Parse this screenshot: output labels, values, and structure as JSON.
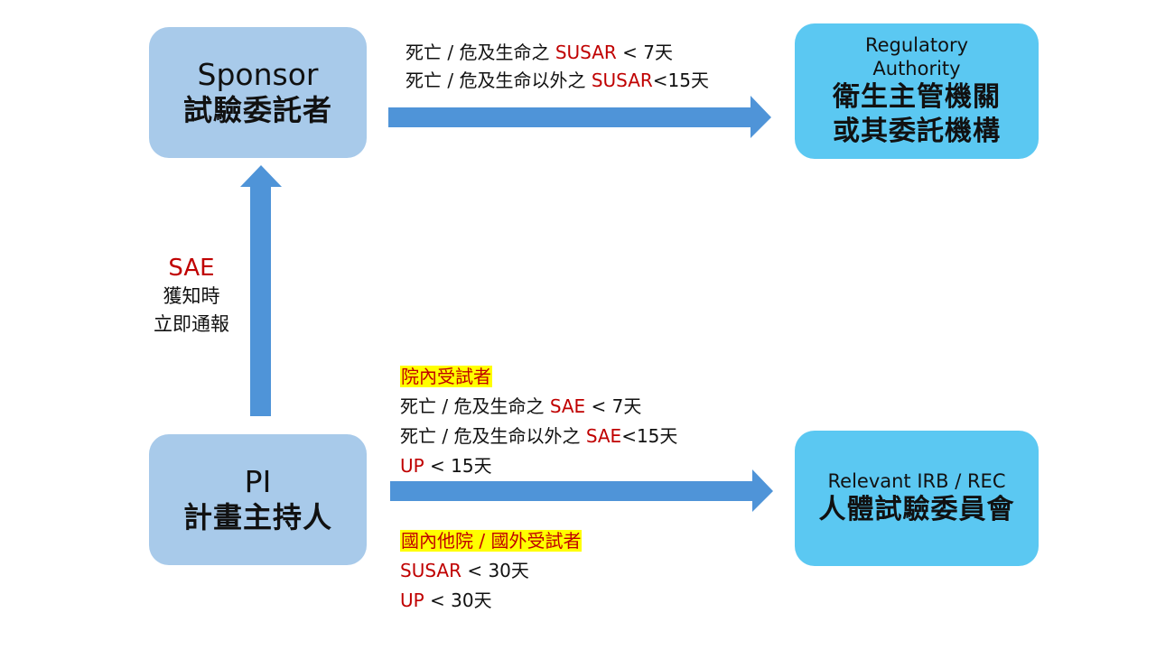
{
  "colors": {
    "party_box": "#a8caea",
    "authority_box": "#5bc8f2",
    "arrow": "#4f94d8",
    "emphasis_text": "#c00000",
    "highlight": "#ffff00"
  },
  "nodes": {
    "sponsor": {
      "en": "Sponsor",
      "zh": "試驗委託者"
    },
    "pi": {
      "en": "PI",
      "zh": "計畫主持人"
    },
    "regulator": {
      "en_line1": "Regulatory",
      "en_line2": "Authority",
      "zh_line1": "衛生主管機關",
      "zh_line2": "或其委託機構"
    },
    "irb": {
      "en": "Relevant IRB / REC",
      "zh": "人體試驗委員會"
    }
  },
  "edges": {
    "sponsor_to_regulator": {
      "lines": [
        {
          "prefix": "死亡 / 危及生命之 ",
          "term": "SUSAR",
          "suffix": " < 7天"
        },
        {
          "prefix": "死亡 / 危及生命以外之 ",
          "term": "SUSAR",
          "suffix": "<15天"
        }
      ]
    },
    "pi_to_sponsor": {
      "term": "SAE",
      "line1": "獲知時",
      "line2": "立即通報"
    },
    "pi_to_irb": {
      "local": {
        "heading": "院內受試者",
        "lines": [
          {
            "prefix": "死亡 / 危及生命之 ",
            "term": "SAE",
            "suffix": " < 7天"
          },
          {
            "prefix": "死亡 / 危及生命以外之 ",
            "term": "SAE",
            "suffix": "<15天"
          },
          {
            "prefix": "",
            "term": "UP",
            "suffix": " < 15天"
          }
        ]
      },
      "other": {
        "heading": "國內他院 / 國外受試者",
        "lines": [
          {
            "prefix": "",
            "term": "SUSAR",
            "suffix": " < 30天"
          },
          {
            "prefix": "",
            "term": "UP",
            "suffix": " < 30天"
          }
        ]
      }
    }
  }
}
